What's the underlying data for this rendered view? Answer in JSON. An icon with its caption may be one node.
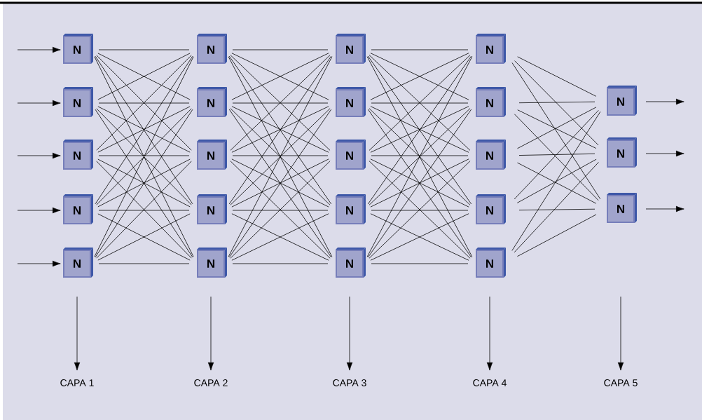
{
  "diagram": {
    "nodes": [
      {
        "text": [
          "N"
        ]
      },
      {
        "text": [
          "N"
        ]
      },
      {
        "text": [
          "N"
        ]
      },
      {
        "text": [
          "N"
        ]
      },
      {
        "text": [
          "N"
        ]
      },
      {
        "text": [
          "N"
        ]
      },
      {
        "text": [
          "N"
        ]
      },
      {
        "text": [
          "N"
        ]
      },
      {
        "text": [
          "N"
        ]
      },
      {
        "text": [
          "N"
        ]
      },
      {
        "text": [
          "N"
        ]
      },
      {
        "text": [
          "N"
        ]
      },
      {
        "text": [
          "N"
        ]
      },
      {
        "text": [
          "N"
        ]
      },
      {
        "text": [
          "N"
        ]
      },
      {
        "text": [
          "N"
        ]
      },
      {
        "text": [
          "N"
        ]
      },
      {
        "text": [
          "N"
        ]
      },
      {
        "text": [
          "N"
        ]
      },
      {
        "text": [
          "N"
        ]
      },
      {
        "text": [
          "N"
        ]
      },
      {
        "text": [
          "N"
        ]
      },
      {
        "text": [
          "N"
        ]
      },
      {
        "text": [
          "CAPA 1"
        ]
      },
      {
        "text": [
          "CAPA 2"
        ]
      },
      {
        "text": [
          "CAPA 3"
        ]
      },
      {
        "text": [
          "CAPA 4"
        ]
      },
      {
        "text": [
          "CAPA 5"
        ]
      }
    ],
    "edges": [
      {
        "from": 0,
        "to": 5,
        "arrow": "none"
      },
      {
        "from": 0,
        "to": 6,
        "arrow": "none"
      },
      {
        "from": 0,
        "to": 7,
        "arrow": "none"
      },
      {
        "from": 0,
        "to": 8,
        "arrow": "none"
      },
      {
        "from": 0,
        "to": 9,
        "arrow": "none"
      },
      {
        "from": 1,
        "to": 5,
        "arrow": "none"
      },
      {
        "from": 1,
        "to": 6,
        "arrow": "none"
      },
      {
        "from": 1,
        "to": 7,
        "arrow": "none"
      },
      {
        "from": 1,
        "to": 8,
        "arrow": "none"
      },
      {
        "from": 1,
        "to": 9,
        "arrow": "none"
      },
      {
        "from": 2,
        "to": 5,
        "arrow": "none"
      },
      {
        "from": 2,
        "to": 6,
        "arrow": "none"
      },
      {
        "from": 2,
        "to": 7,
        "arrow": "none"
      },
      {
        "from": 2,
        "to": 8,
        "arrow": "none"
      },
      {
        "from": 2,
        "to": 9,
        "arrow": "none"
      },
      {
        "from": 3,
        "to": 5,
        "arrow": "none"
      },
      {
        "from": 3,
        "to": 6,
        "arrow": "none"
      },
      {
        "from": 3,
        "to": 7,
        "arrow": "none"
      },
      {
        "from": 3,
        "to": 8,
        "arrow": "none"
      },
      {
        "from": 3,
        "to": 9,
        "arrow": "none"
      },
      {
        "from": 4,
        "to": 5,
        "arrow": "none"
      },
      {
        "from": 4,
        "to": 6,
        "arrow": "none"
      },
      {
        "from": 4,
        "to": 7,
        "arrow": "none"
      },
      {
        "from": 4,
        "to": 8,
        "arrow": "none"
      },
      {
        "from": 4,
        "to": 9,
        "arrow": "none"
      },
      {
        "from": 5,
        "to": 10,
        "arrow": "none"
      },
      {
        "from": 5,
        "to": 11,
        "arrow": "none"
      },
      {
        "from": 5,
        "to": 12,
        "arrow": "none"
      },
      {
        "from": 5,
        "to": 13,
        "arrow": "none"
      },
      {
        "from": 5,
        "to": 14,
        "arrow": "none"
      },
      {
        "from": 6,
        "to": 10,
        "arrow": "none"
      },
      {
        "from": 6,
        "to": 11,
        "arrow": "none"
      },
      {
        "from": 6,
        "to": 12,
        "arrow": "none"
      },
      {
        "from": 6,
        "to": 13,
        "arrow": "none"
      },
      {
        "from": 6,
        "to": 14,
        "arrow": "none"
      },
      {
        "from": 7,
        "to": 10,
        "arrow": "none"
      },
      {
        "from": 7,
        "to": 11,
        "arrow": "none"
      },
      {
        "from": 7,
        "to": 12,
        "arrow": "none"
      },
      {
        "from": 7,
        "to": 13,
        "arrow": "none"
      },
      {
        "from": 7,
        "to": 14,
        "arrow": "none"
      },
      {
        "from": 8,
        "to": 10,
        "arrow": "none"
      },
      {
        "from": 8,
        "to": 11,
        "arrow": "none"
      },
      {
        "from": 8,
        "to": 12,
        "arrow": "none"
      },
      {
        "from": 8,
        "to": 13,
        "arrow": "none"
      },
      {
        "from": 8,
        "to": 14,
        "arrow": "none"
      },
      {
        "from": 9,
        "to": 10,
        "arrow": "none"
      },
      {
        "from": 9,
        "to": 11,
        "arrow": "none"
      },
      {
        "from": 9,
        "to": 12,
        "arrow": "none"
      },
      {
        "from": 9,
        "to": 13,
        "arrow": "none"
      },
      {
        "from": 9,
        "to": 14,
        "arrow": "none"
      },
      {
        "from": 10,
        "to": 15,
        "arrow": "none"
      },
      {
        "from": 10,
        "to": 16,
        "arrow": "none"
      },
      {
        "from": 10,
        "to": 17,
        "arrow": "none"
      },
      {
        "from": 10,
        "to": 18,
        "arrow": "none"
      },
      {
        "from": 10,
        "to": 19,
        "arrow": "none"
      },
      {
        "from": 11,
        "to": 15,
        "arrow": "none"
      },
      {
        "from": 11,
        "to": 16,
        "arrow": "none"
      },
      {
        "from": 11,
        "to": 17,
        "arrow": "none"
      },
      {
        "from": 11,
        "to": 18,
        "arrow": "none"
      },
      {
        "from": 11,
        "to": 19,
        "arrow": "none"
      },
      {
        "from": 12,
        "to": 15,
        "arrow": "none"
      },
      {
        "from": 12,
        "to": 16,
        "arrow": "none"
      },
      {
        "from": 12,
        "to": 17,
        "arrow": "none"
      },
      {
        "from": 12,
        "to": 18,
        "arrow": "none"
      },
      {
        "from": 12,
        "to": 19,
        "arrow": "none"
      },
      {
        "from": 13,
        "to": 15,
        "arrow": "none"
      },
      {
        "from": 13,
        "to": 16,
        "arrow": "none"
      },
      {
        "from": 13,
        "to": 17,
        "arrow": "none"
      },
      {
        "from": 13,
        "to": 18,
        "arrow": "none"
      },
      {
        "from": 13,
        "to": 19,
        "arrow": "none"
      },
      {
        "from": 14,
        "to": 15,
        "arrow": "none"
      },
      {
        "from": 14,
        "to": 16,
        "arrow": "none"
      },
      {
        "from": 14,
        "to": 17,
        "arrow": "none"
      },
      {
        "from": 14,
        "to": 18,
        "arrow": "none"
      },
      {
        "from": 14,
        "to": 19,
        "arrow": "none"
      },
      {
        "from": 15,
        "to": 20,
        "arrow": "none"
      },
      {
        "from": 15,
        "to": 21,
        "arrow": "none"
      },
      {
        "from": 15,
        "to": 22,
        "arrow": "none"
      },
      {
        "from": 16,
        "to": 20,
        "arrow": "none"
      },
      {
        "from": 16,
        "to": 21,
        "arrow": "none"
      },
      {
        "from": 16,
        "to": 22,
        "arrow": "none"
      },
      {
        "from": 17,
        "to": 20,
        "arrow": "none"
      },
      {
        "from": 17,
        "to": 21,
        "arrow": "none"
      },
      {
        "from": 17,
        "to": 22,
        "arrow": "none"
      },
      {
        "from": 18,
        "to": 20,
        "arrow": "none"
      },
      {
        "from": 18,
        "to": 21,
        "arrow": "none"
      },
      {
        "from": 18,
        "to": 22,
        "arrow": "none"
      },
      {
        "from": 19,
        "to": 20,
        "arrow": "none"
      },
      {
        "from": 19,
        "to": 21,
        "arrow": "none"
      },
      {
        "from": 19,
        "to": 22,
        "arrow": "none"
      },
      {
        "from": null,
        "to": 0,
        "arrow": "to"
      },
      {
        "from": null,
        "to": 1,
        "arrow": "to"
      },
      {
        "from": null,
        "to": 2,
        "arrow": "to"
      },
      {
        "from": null,
        "to": 3,
        "arrow": "to"
      },
      {
        "from": null,
        "to": 4,
        "arrow": "to"
      },
      {
        "from": 20,
        "to": null,
        "arrow": "to"
      },
      {
        "from": 21,
        "to": null,
        "arrow": "to"
      },
      {
        "from": 22,
        "to": null,
        "arrow": "to"
      },
      {
        "from": null,
        "to": 23,
        "arrow": "to"
      },
      {
        "from": null,
        "to": 24,
        "arrow": "to"
      },
      {
        "from": null,
        "to": 25,
        "arrow": "to"
      },
      {
        "from": null,
        "to": 26,
        "arrow": "to"
      },
      {
        "from": null,
        "to": 27,
        "arrow": "to"
      }
    ]
  }
}
